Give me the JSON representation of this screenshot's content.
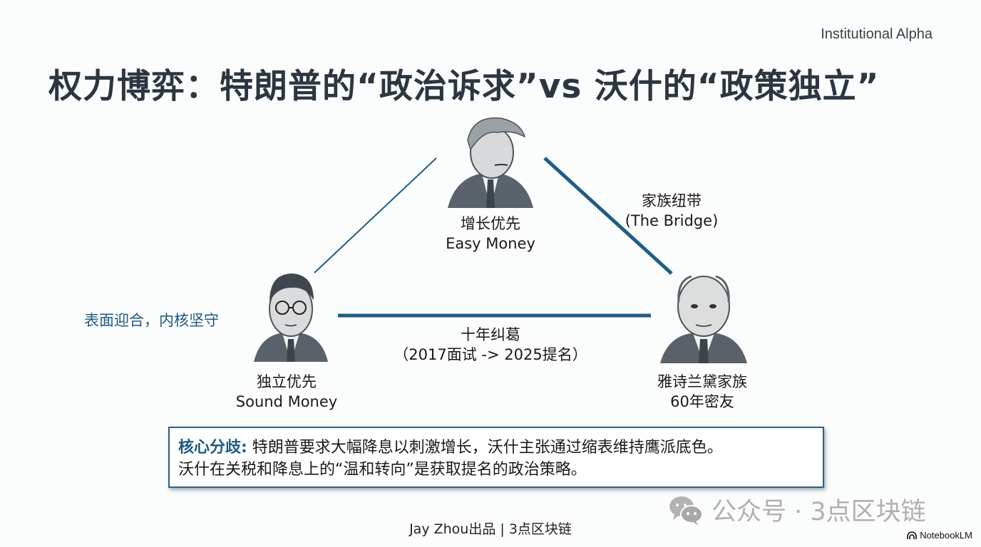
{
  "header": {
    "brand": "Institutional Alpha",
    "title": "权力博弈：特朗普的“政治诉求”vs 沃什的“政策独立”"
  },
  "nodes": {
    "top": {
      "line1": "增长优先",
      "line2": "Easy Money",
      "portrait_icon": "trump-portrait"
    },
    "left": {
      "line1": "独立优先",
      "line2": "Sound Money",
      "portrait_icon": "warsh-portrait"
    },
    "right": {
      "line1": "雅诗兰黛家族",
      "line2": "60年密友",
      "portrait_icon": "lauder-portrait"
    }
  },
  "edges": {
    "right_edge": {
      "line1": "家族纽带",
      "line2": "(The Bridge)"
    },
    "bottom_edge": {
      "line1": "十年纠葛",
      "line2": "（2017面试 -> 2025提名）"
    }
  },
  "side_note": "表面迎合，内核坚守",
  "callout": {
    "key": "核心分歧:",
    "line1": " 特朗普要求大幅降息以刺激增长，沃什主张通过缩表维持鹰派底色。",
    "line2": "沃什在关税和降息上的“温和转向”是获取提名的政治策略。"
  },
  "watermark": {
    "text": "公众号 · 3点区块链",
    "icon": "wechat-icon"
  },
  "footer": {
    "credit": "Jay Zhou出品 | 3点区块链"
  },
  "notebooklm": {
    "label": "NotebookLM"
  },
  "colors": {
    "accent": "#1d5a80",
    "title": "#2b3640",
    "line": "#1f5d85"
  }
}
